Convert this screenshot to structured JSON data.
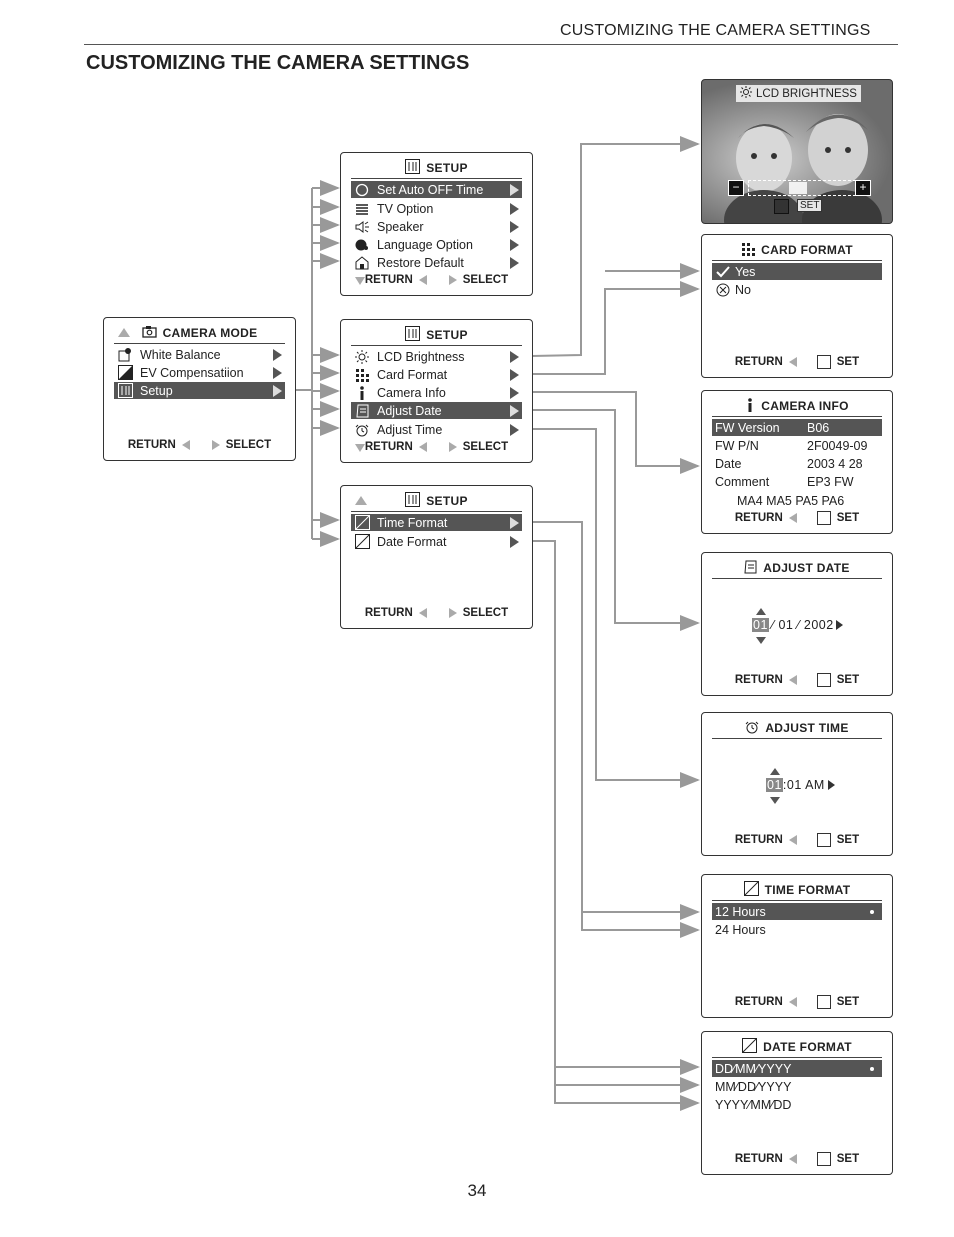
{
  "header": {
    "running_title": "CUSTOMIZING THE CAMERA SETTINGS",
    "page_title": "CUSTOMIZING THE CAMERA SETTINGS",
    "page_number": "34"
  },
  "common": {
    "return": "RETURN",
    "select": "SELECT",
    "set": "SET"
  },
  "camera_mode": {
    "title": "CAMERA  MODE",
    "items": [
      "White Balance",
      "EV Compensatiion",
      "Setup"
    ]
  },
  "setup1": {
    "title": "SETUP",
    "items": [
      "Set Auto OFF Time",
      "TV Option",
      "Speaker",
      "Language Option",
      "Restore Default"
    ]
  },
  "setup2": {
    "title": "SETUP",
    "items": [
      "LCD Brightness",
      "Card Format",
      "Camera Info",
      "Adjust Date",
      "Adjust Time"
    ]
  },
  "setup3": {
    "title": "SETUP",
    "items": [
      "Time Format",
      "Date Format"
    ]
  },
  "lcd": {
    "title": "LCD BRIGHTNESS",
    "set": "SET",
    "minus": "−",
    "plus": "+"
  },
  "card_format": {
    "title": "CARD  FORMAT",
    "options": [
      "Yes",
      "No"
    ]
  },
  "camera_info": {
    "title": "CAMERA  INFO",
    "rows": [
      {
        "k": "FW  Version",
        "v": "B06"
      },
      {
        "k": "FW  P/N",
        "v": "2F0049-09"
      },
      {
        "k": "Date",
        "v": "2003  4  28"
      },
      {
        "k": "Comment",
        "v": "EP3 FW"
      }
    ],
    "extra": "MA4  MA5  PA5  PA6"
  },
  "adjust_date": {
    "title": "ADJUST  DATE",
    "sel": "01",
    "rest": "⁄ 01 ⁄ 2002"
  },
  "adjust_time": {
    "title": "ADJUST  TIME",
    "sel": "01",
    "rest": ":01 AM"
  },
  "time_format": {
    "title": "TIME  FORMAT",
    "options": [
      "12 Hours",
      "24 Hours"
    ]
  },
  "date_format": {
    "title": "DATE  FORMAT",
    "options": [
      "DD⁄MM⁄YYYY",
      "MM⁄DD⁄YYYY",
      "YYYY⁄MM⁄DD"
    ]
  },
  "colors": {
    "highlight": "#555555",
    "arrow": "#999999",
    "border": "#333333"
  }
}
